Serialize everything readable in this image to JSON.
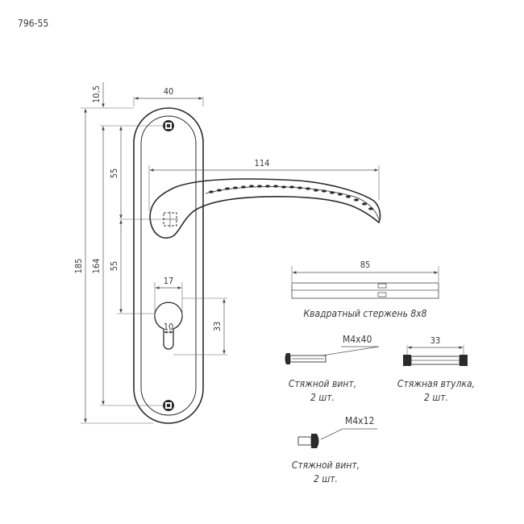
{
  "model_code": "796-55",
  "dimensions": {
    "top_offset": "10,5",
    "plate_width": "40",
    "lever_length": "114",
    "upper_spacing": "55",
    "lower_spacing": "55",
    "plate_height": "185",
    "fix_height": "164",
    "cylinder_width": "17",
    "cylinder_height": "33",
    "cylinder_offset": "10",
    "spindle_length": "85",
    "bushing_length": "33"
  },
  "parts": {
    "spindle_label": "Квадратный стержень 8х8",
    "screw_long_code": "М4х40",
    "screw_long_label_1": "Стяжной винт,",
    "screw_long_label_2": "2 шт.",
    "bushing_label_1": "Стяжная втулка,",
    "bushing_label_2": "2 шт.",
    "screw_short_code": "М4х12",
    "screw_short_label_1": "Стяжной винт,",
    "screw_short_label_2": "2 шт."
  }
}
